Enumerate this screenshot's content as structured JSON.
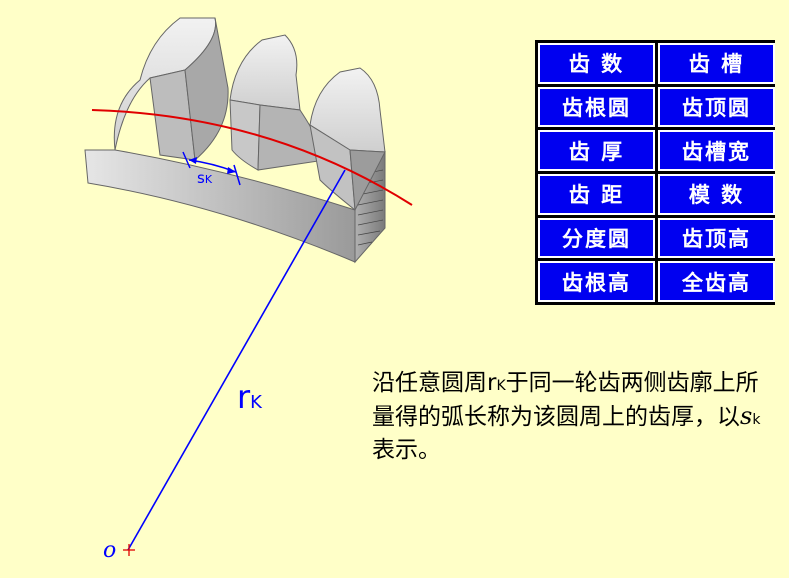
{
  "terms": [
    [
      "齿 数",
      "齿 槽"
    ],
    [
      "齿根圆",
      "齿顶圆"
    ],
    [
      "齿 厚",
      "齿槽宽"
    ],
    [
      "齿 距",
      "模 数"
    ],
    [
      "分度圆",
      "齿顶高"
    ],
    [
      "齿根高",
      "全齿高"
    ]
  ],
  "labels": {
    "sk_main": "s",
    "sk_sub": "K",
    "rk_main": "r",
    "rk_sub": "K",
    "origin": "o"
  },
  "description": {
    "part1": "沿任意圆周r",
    "part1_sub": "K",
    "part2": "于同一轮齿两侧齿廓上所量得的弧长称为该圆周上的齿厚，以",
    "part3": "s",
    "part3_sub": "k",
    "part4": " 表示。"
  },
  "colors": {
    "background": "#ffffc8",
    "cell": "#0000f0",
    "radius_line": "#0000ff",
    "circle": "#e00000"
  }
}
